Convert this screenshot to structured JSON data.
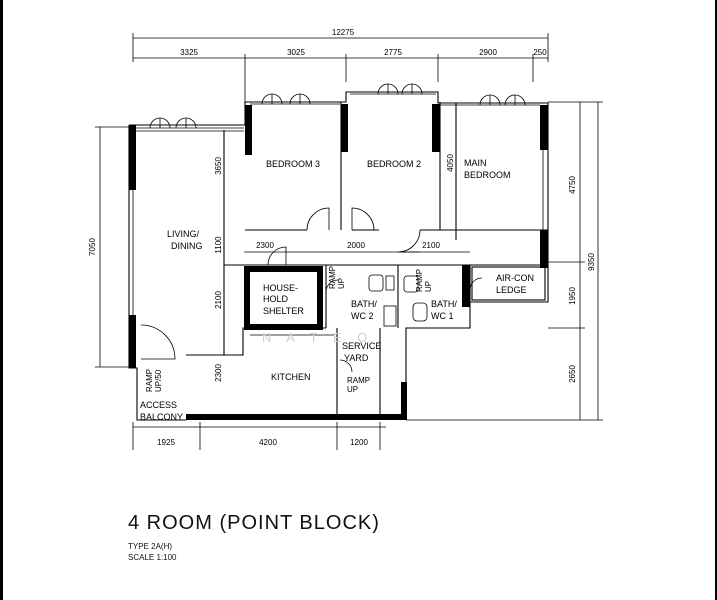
{
  "title": "4 ROOM (POINT BLOCK)",
  "type": "TYPE 2A(H)",
  "scale": "SCALE  1:100",
  "watermark": "N A T E O",
  "rooms": {
    "bedroom3": "BEDROOM 3",
    "bedroom2": "BEDROOM 2",
    "main_bedroom_1": "MAIN",
    "main_bedroom_2": "BEDROOM",
    "living_1": "LIVING/",
    "living_2": "DINING",
    "shelter_1": "HOUSE-",
    "shelter_2": "HOLD",
    "shelter_3": "SHELTER",
    "bath2_1": "BATH/",
    "bath2_2": "WC 2",
    "bath1_1": "BATH/",
    "bath1_2": "WC 1",
    "aircon_1": "AIR-CON",
    "aircon_2": "LEDGE",
    "service_1": "SERVICE",
    "service_2": "YARD",
    "kitchen": "KITCHEN",
    "access_1": "ACCESS",
    "access_2": "BALCONY",
    "ramp_1": "RAMP",
    "ramp_2": "UP",
    "ramp_balcony_1": "RAMP",
    "ramp_balcony_2": "UP/50"
  },
  "dims": {
    "overall_top": "12275",
    "top": [
      "3325",
      "3025",
      "2775",
      "2900",
      "250"
    ],
    "left": "7050",
    "right_outer": "9350",
    "right": [
      "4750",
      "1950",
      "2650"
    ],
    "inner_v": [
      "3650",
      "1100",
      "2100",
      "2300"
    ],
    "main_bedroom_v": "4050",
    "corridor": [
      "2300",
      "2000",
      "2100"
    ],
    "bottom": [
      "1925",
      "4200",
      "1200"
    ]
  }
}
